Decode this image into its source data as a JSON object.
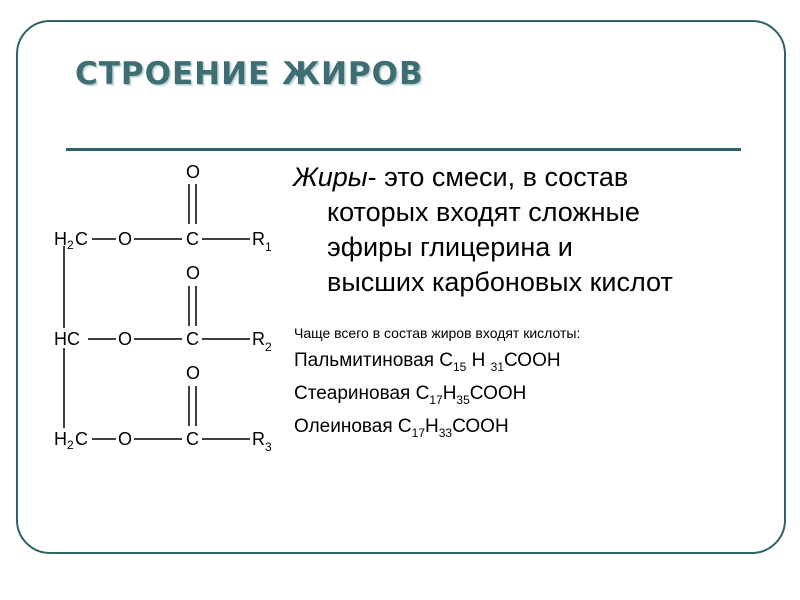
{
  "slide": {
    "title": "СТРОЕНИЕ ЖИРОВ",
    "definition": {
      "term": "Жиры",
      "line1_rest": "- это смеси, в состав",
      "line2": "которых входят сложные",
      "line3": "эфиры глицерина и",
      "line4": "высших карбоновых кислот"
    },
    "note": "Чаще всего в состав жиров входят кислоты:",
    "acids": [
      {
        "name": "Пальмитиновая С",
        "c": "15",
        "h_pre": " Н ",
        "h": "31",
        "tail": "СООН"
      },
      {
        "name": "Стеариновая С",
        "c": "17",
        "h_pre": "Н",
        "h": "35",
        "tail": "СООН"
      },
      {
        "name": "Олеиновая С",
        "c": "17",
        "h_pre": "Н",
        "h": "33",
        "tail": "СООН"
      }
    ]
  },
  "formula": {
    "o": "O",
    "c": "C",
    "h2c": "H",
    "two": "2",
    "c_after": "C",
    "hc": "HC",
    "r": "R",
    "r1": "1",
    "r2": "2",
    "r3": "3"
  }
}
